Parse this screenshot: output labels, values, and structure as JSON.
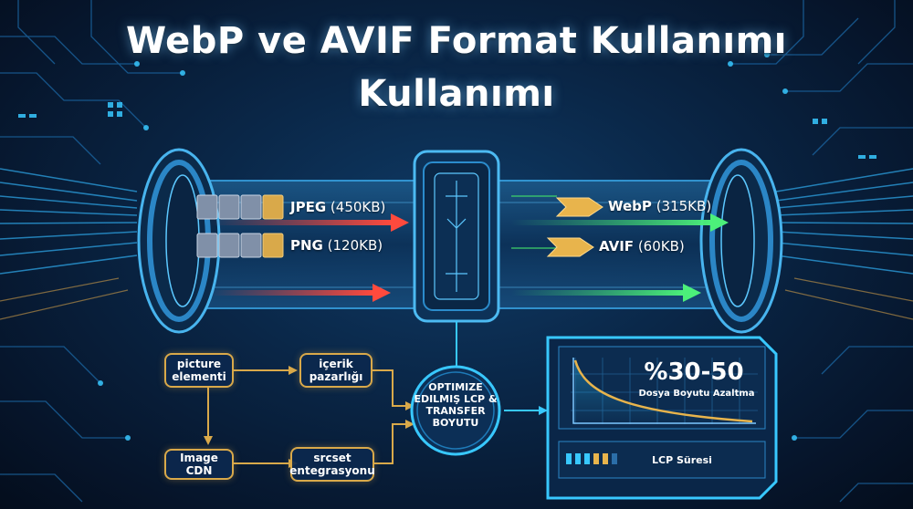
{
  "title_line1": "WebP ve AVIF Format Kullanımı",
  "title_line2": "Kullanımı",
  "formats": {
    "jpeg": {
      "name": "JPEG",
      "size": "(450KB)"
    },
    "png": {
      "name": "PNG",
      "size": "(120KB)"
    },
    "webp": {
      "name": "WebP",
      "size": "(315KB)"
    },
    "avif": {
      "name": "AVIF",
      "size": "(60KB)"
    }
  },
  "flow": {
    "picture": "picture elementi",
    "icerik": "içerik pazarlığı",
    "image_cdn": "Image CDN",
    "srcset": "srcset entegrasyonu",
    "center": "OPTIMIZE EDILMIŞ LCP & TRANSFER BOYUTU"
  },
  "panel": {
    "headline": "%30-50",
    "subtitle": "Dosya Boyutu Azaltma",
    "lcp_label": "LCP Süresi"
  },
  "colors": {
    "arrow_red": "#e8403a",
    "arrow_green": "#3fd96a",
    "gold": "#d9a94a",
    "cyan": "#2fc8ff"
  }
}
